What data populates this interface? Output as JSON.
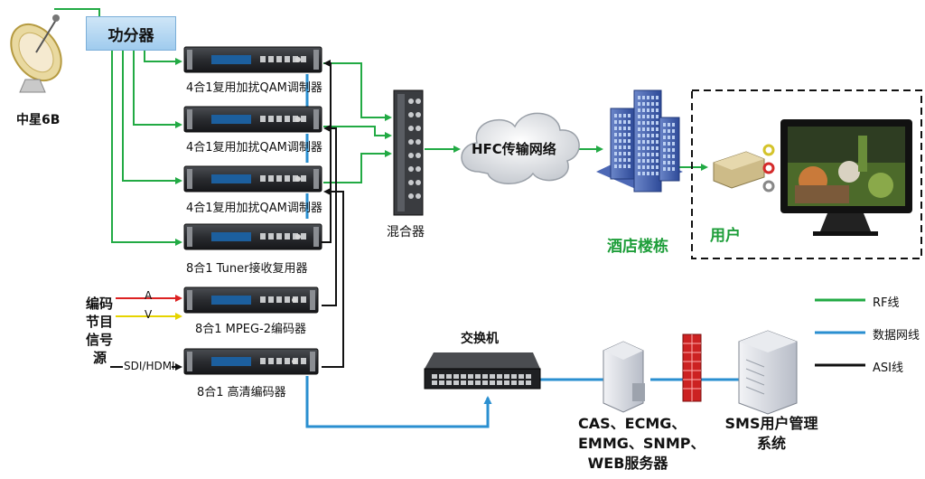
{
  "satellite": {
    "label": "中星6B"
  },
  "splitter": {
    "label": "功分器"
  },
  "devices": [
    {
      "label": "4合1复用加扰QAM调制器"
    },
    {
      "label": "4合1复用加扰QAM调制器"
    },
    {
      "label": "4合1复用加扰QAM调制器"
    },
    {
      "label": "8合1 Tuner接收复用器"
    },
    {
      "label": "8合1 MPEG-2编码器"
    },
    {
      "label": "8合1 高清编码器"
    }
  ],
  "source": {
    "label_lines": [
      "编码",
      "节目",
      "信号",
      "源"
    ],
    "a": "A",
    "v": "V",
    "sdi": "SDI/HDMI"
  },
  "mixer": {
    "label": "混合器"
  },
  "cloud": {
    "label": "HFC传输网络"
  },
  "hotel": {
    "label": "酒店楼栋"
  },
  "user": {
    "label": "用户"
  },
  "switch": {
    "label": "交换机"
  },
  "servers": {
    "label_lines": [
      "CAS、ECMG、",
      "EMMG、SNMP、",
      "WEB服务器"
    ]
  },
  "sms": {
    "label_lines": [
      "SMS用户管理",
      "系统"
    ]
  },
  "legend": [
    {
      "label": "RF线",
      "color": "#22aa44"
    },
    {
      "label": "数据网线",
      "color": "#2a8fd0"
    },
    {
      "label": "ASI线",
      "color": "#111111"
    }
  ],
  "colors": {
    "rf": "#22aa44",
    "data": "#2a8fd0",
    "asi": "#111111",
    "a_line": "#dd2222",
    "v_line": "#e6d400"
  }
}
